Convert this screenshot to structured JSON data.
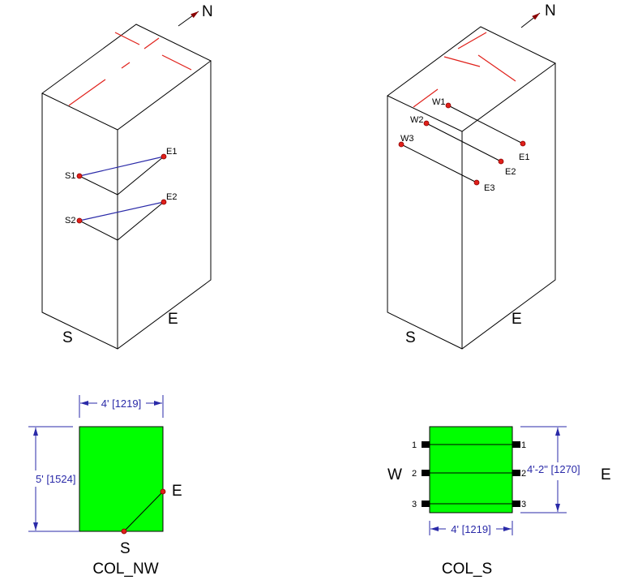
{
  "north_label": "N",
  "left_iso": {
    "face_labels": {
      "south": "S",
      "east": "E"
    },
    "points": [
      "S1",
      "E1",
      "S2",
      "E2"
    ]
  },
  "right_iso": {
    "face_labels": {
      "south": "S",
      "east": "E"
    },
    "points": [
      "W1",
      "E1",
      "W2",
      "E2",
      "W3",
      "E3"
    ]
  },
  "col_nw": {
    "title": "COL_NW",
    "width_dim": "4' [1219]",
    "height_dim": "5' [1524]",
    "labels": {
      "south": "S",
      "east": "E"
    },
    "fill_color": "#00ff00"
  },
  "col_s": {
    "title": "COL_S",
    "width_dim": "4' [1219]",
    "height_dim": "4'-2\" [1270]",
    "labels": {
      "west": "W",
      "east": "E"
    },
    "rows": [
      "1",
      "2",
      "3"
    ],
    "fill_color": "#00ff00"
  }
}
